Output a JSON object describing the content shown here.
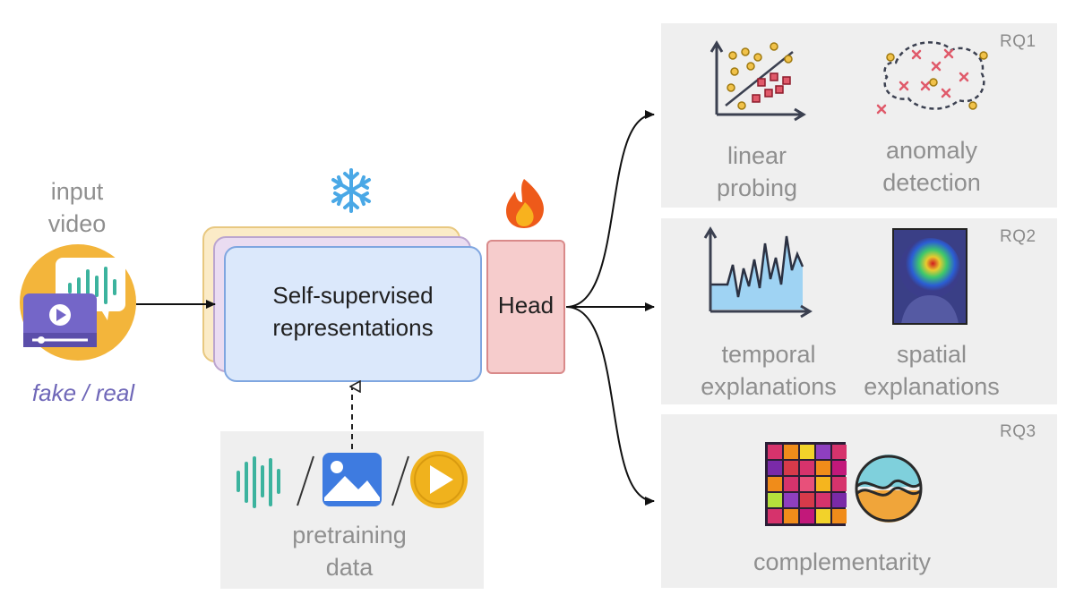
{
  "input": {
    "line1": "input",
    "line2": "video",
    "output_label": "fake / real"
  },
  "encoder": {
    "line1": "Self-supervised",
    "line2": "representations",
    "frozen_icon": "snowflake-icon"
  },
  "head": {
    "label": "Head",
    "trainable_icon": "flame-icon"
  },
  "pretraining": {
    "line1": "pretraining",
    "line2": "data",
    "modalities": [
      "audio-waveform-icon",
      "image-icon",
      "video-play-icon"
    ]
  },
  "research_questions": [
    {
      "id": "RQ1",
      "items": [
        {
          "line1": "linear",
          "line2": "probing",
          "icon": "scatter-plot-icon"
        },
        {
          "line1": "anomaly",
          "line2": "detection",
          "icon": "anomaly-cluster-icon"
        }
      ]
    },
    {
      "id": "RQ2",
      "items": [
        {
          "line1": "temporal",
          "line2": "explanations",
          "icon": "time-series-icon"
        },
        {
          "line1": "spatial",
          "line2": "explanations",
          "icon": "heatmap-face-icon"
        }
      ]
    },
    {
      "id": "RQ3",
      "items": [
        {
          "line1": "complementarity",
          "icon": "grid-matrix-icon"
        }
      ]
    }
  ],
  "colors": {
    "panel": "#efefef",
    "encoder_fill": "#dbe8fb",
    "encoder_border": "#7fa6e0",
    "head_fill": "#f6cccc",
    "head_border": "#d98a8a",
    "accent_text": "#6f67b8",
    "frozen": "#4aa8e6",
    "flame": "#ee5a1a"
  }
}
